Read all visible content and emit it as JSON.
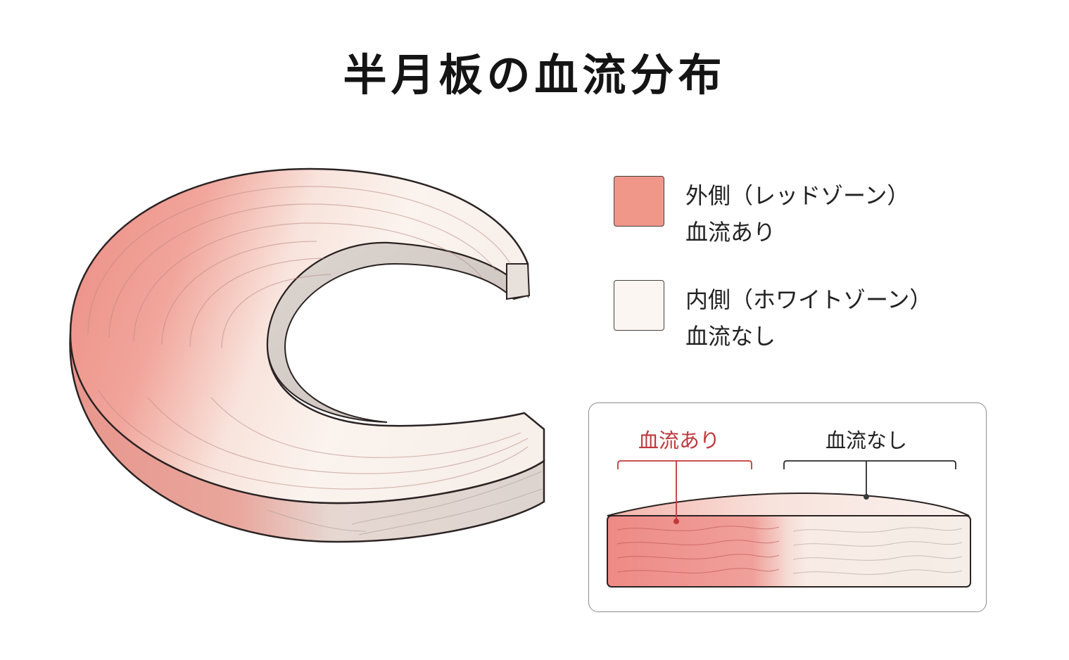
{
  "title": "半月板の血流分布",
  "colors": {
    "red_zone": "#f0978a",
    "white_zone": "#fbf6f1",
    "red_label": "#c0393b",
    "dark_label": "#222222",
    "outline": "#2b2323"
  },
  "legend": {
    "items": [
      {
        "swatch_color": "#f0978a",
        "line1": "外側（レッドゾーン）",
        "line2": "血流あり"
      },
      {
        "swatch_color": "#fbf6f1",
        "line1": "内側（ホワイトゾーン）",
        "line2": "血流なし"
      }
    ]
  },
  "cross_section": {
    "label_left": "血流あり",
    "label_right": "血流なし"
  },
  "illustration": {
    "meniscus": "c-shaped-meniscus-3d",
    "outer_zone": "red",
    "inner_zone": "white"
  }
}
